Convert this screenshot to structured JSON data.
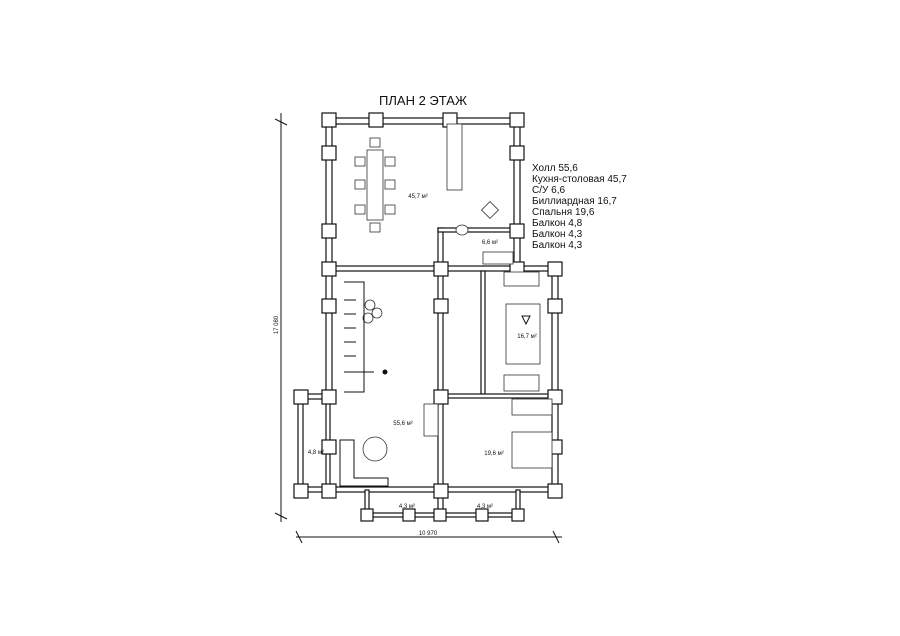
{
  "title": "ПЛАН 2 ЭТАЖ",
  "rooms": [
    {
      "name": "kitchen-dining",
      "area": "45,7 м²"
    },
    {
      "name": "bathroom",
      "area": "6,6 м²"
    },
    {
      "name": "billiard",
      "area": "16,7 м²"
    },
    {
      "name": "hall",
      "area": "55,6 м²"
    },
    {
      "name": "bedroom",
      "area": "19,6 м²"
    },
    {
      "name": "balcony-left",
      "area": "4,8 м²"
    },
    {
      "name": "balcony-bottom-left",
      "area": "4,3 м²"
    },
    {
      "name": "balcony-bottom-right",
      "area": "4,3 м²"
    }
  ],
  "legend": [
    "Холл 55,6",
    "Кухня-столовая 45,7",
    "С/У 6,6",
    "Биллиардная 16,7",
    "Спальня 19,6",
    "Балкон 4,8",
    "Балкон 4,3",
    "Балкон 4,3"
  ],
  "dimensions": {
    "height": "17 080",
    "width": "10 970"
  }
}
